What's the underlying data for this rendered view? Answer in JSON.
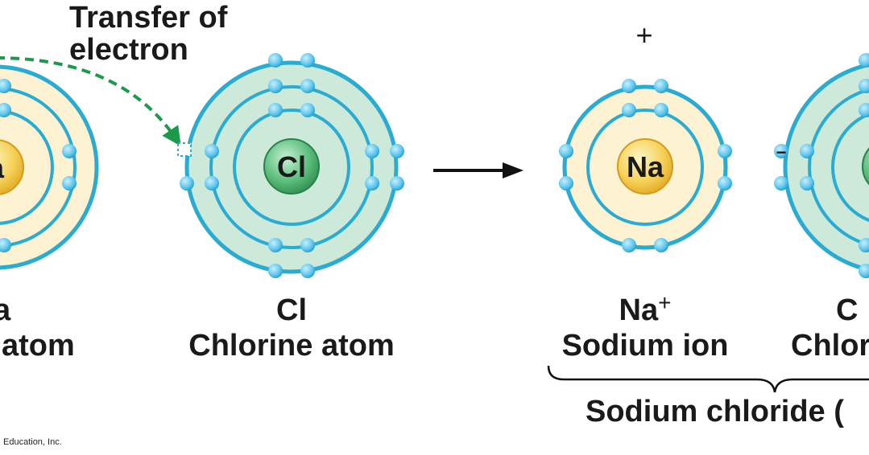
{
  "transfer_label": {
    "line1": "Transfer of",
    "line2": "electron"
  },
  "atoms": [
    {
      "symbol": "a",
      "formula": "a",
      "name": "atom"
    },
    {
      "symbol": "Cl",
      "formula": "Cl",
      "name": "Chlorine atom"
    },
    {
      "symbol": "Na",
      "formula": "Na",
      "name": "Sodium ion",
      "charge": "+"
    },
    {
      "formula": "C",
      "name": "Chlor",
      "charge": "−"
    }
  ],
  "compound_label": "Sodium chloride (",
  "copyright": "Education, Inc.",
  "colors": {
    "shell": "#2aabd2",
    "sodium_fill": "#fdf2d2",
    "chlorine_fill": "#cde9da",
    "electron": "#5cc6ee",
    "arrow_dashed": "#1a9a4a",
    "sodium_nucleus": "#f6cd4c",
    "chlorine_nucleus": "#45b070"
  }
}
